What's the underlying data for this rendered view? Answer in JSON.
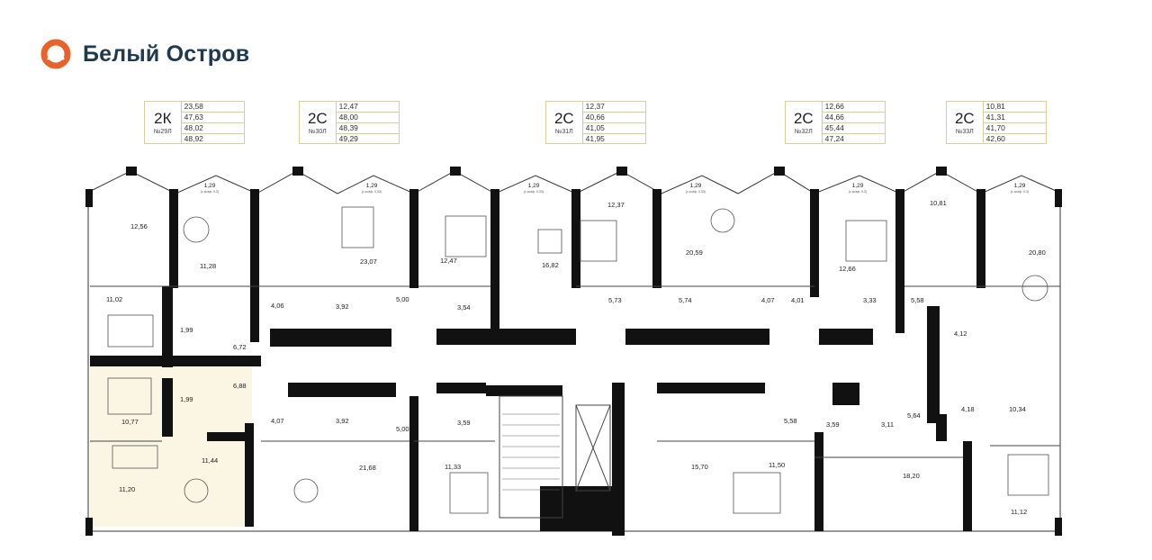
{
  "brand": {
    "name": "Белый Остров",
    "logo_color": "#e8632b",
    "text_color": "#1f3a4d"
  },
  "apartments": [
    {
      "type": "2К",
      "number": "№29Л",
      "areas": [
        "23,58",
        "47,63",
        "48,02",
        "48,92"
      ]
    },
    {
      "type": "2С",
      "number": "№30Л",
      "areas": [
        "12,47",
        "48,00",
        "48,39",
        "49,29"
      ]
    },
    {
      "type": "2С",
      "number": "№31Л",
      "areas": [
        "12,37",
        "40,66",
        "41,05",
        "41,95"
      ]
    },
    {
      "type": "2С",
      "number": "№32Л",
      "areas": [
        "12,66",
        "44,66",
        "45,44",
        "47,24"
      ]
    },
    {
      "type": "2С",
      "number": "№33Л",
      "areas": [
        "10,81",
        "41,31",
        "41,70",
        "42,60"
      ]
    }
  ],
  "highlight_color": "#fbf6e3",
  "balcony": {
    "area": "1,29",
    "note_a": "(с коэф. 0,3)",
    "note_b": "(с коэф. 0,33)"
  },
  "rooms": {
    "r12_56": "12,56",
    "r11_28": "11,28",
    "r11_02": "11,02",
    "r1_99a": "1,99",
    "r6_72": "6,72",
    "r4_06": "4,06",
    "r3_92a": "3,92",
    "r23_07": "23,07",
    "r5_00a": "5,00",
    "r12_47": "12,47",
    "r3_54": "3,54",
    "r16_82": "16,82",
    "r12_37": "12,37",
    "r5_73": "5,73",
    "r5_74": "5,74",
    "r20_59": "20,59",
    "r4_07a": "4,07",
    "r4_01": "4,01",
    "r12_66": "12,66",
    "r3_33": "3,33",
    "r10_81": "10,81",
    "r5_58a": "5,58",
    "r20_80": "20,80",
    "r4_12": "4,12",
    "r10_77": "10,77",
    "r1_99b": "1,99",
    "r6_88": "6,88",
    "r4_07b": "4,07",
    "r3_92b": "3,92",
    "r5_00b": "5,00",
    "r3_59a": "3,59",
    "r11_44": "11,44",
    "r11_20": "11,20",
    "r21_68": "21,68",
    "r11_33": "11,33",
    "r15_70": "15,70",
    "r5_58b": "5,58",
    "r3_59b": "3,59",
    "r3_11": "3,11",
    "r5_64": "5,64",
    "r4_18": "4,18",
    "r10_34": "10,34",
    "r11_50": "11,50",
    "r18_20": "18,20",
    "r11_12": "11,12"
  }
}
